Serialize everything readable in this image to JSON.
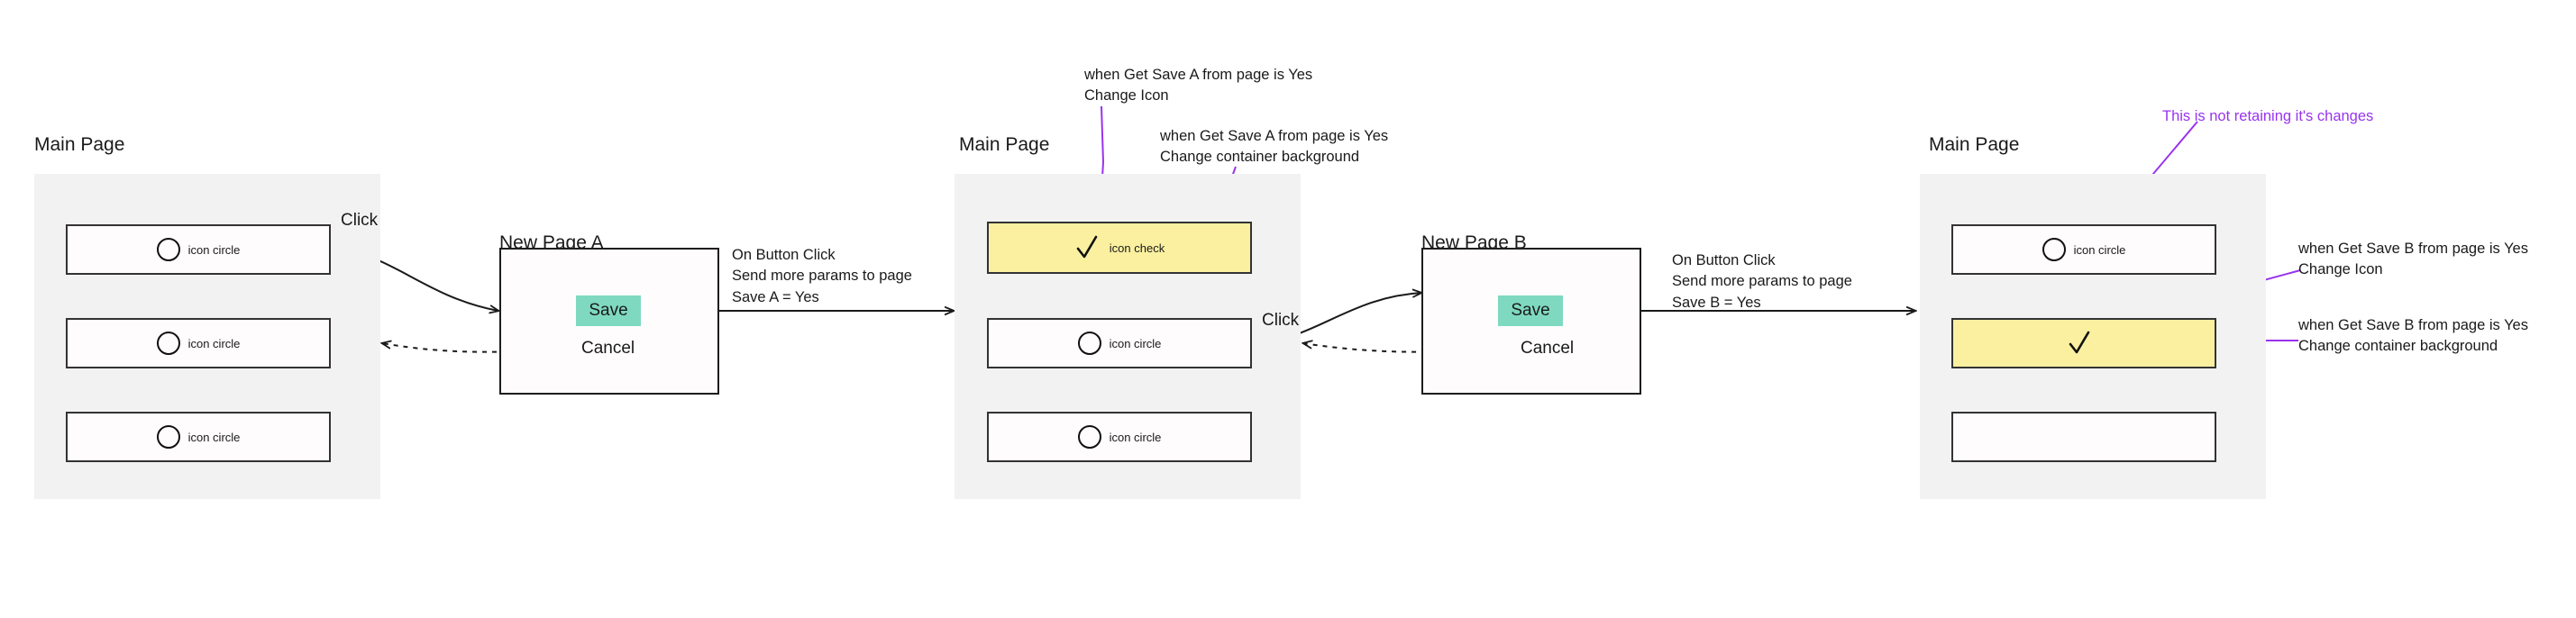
{
  "diagram": {
    "title": "App navigation / save-state flow",
    "colors": {
      "panel_background": "#f2f2f2",
      "row_border": "#333333",
      "row_background": "#fefcfd",
      "highlight_background": "#faf0a0",
      "save_button": "#7fd9c0",
      "annotation_purple": "#9933ee",
      "connector": "#1a1a1a"
    }
  },
  "groups": [
    {
      "id": "main-page-1",
      "title": "Main Page",
      "rows": [
        {
          "icon": "circle-icon",
          "label": "icon circle",
          "highlight": false
        },
        {
          "icon": "circle-icon",
          "label": "icon circle",
          "highlight": false
        },
        {
          "icon": "circle-icon",
          "label": "icon circle",
          "highlight": false
        }
      ]
    },
    {
      "id": "main-page-2",
      "title": "Main Page",
      "rows": [
        {
          "icon": "check-icon",
          "label": "icon check",
          "highlight": true
        },
        {
          "icon": "circle-icon",
          "label": "icon circle",
          "highlight": false
        },
        {
          "icon": "circle-icon",
          "label": "icon circle",
          "highlight": false
        }
      ]
    },
    {
      "id": "main-page-3",
      "title": "Main Page",
      "rows": [
        {
          "icon": "circle-icon",
          "label": "icon circle",
          "highlight": false
        },
        {
          "icon": "check-icon",
          "label": "",
          "highlight": true
        },
        {
          "icon": "none",
          "label": "",
          "highlight": false
        }
      ]
    }
  ],
  "cards": [
    {
      "id": "new-page-a",
      "title": "New Page A",
      "save_label": "Save",
      "cancel_label": "Cancel"
    },
    {
      "id": "new-page-b",
      "title": "New Page B",
      "save_label": "Save",
      "cancel_label": "Cancel"
    }
  ],
  "edge_labels": {
    "click_1": "Click",
    "click_2": "Click"
  },
  "notes": {
    "on_button_click_a": "On Button Click\nSend more params to page\nSave A = Yes",
    "on_button_click_b": "On Button Click\nSend more params to page\nSave B = Yes",
    "save_a_change_icon": "when Get Save A from page is Yes\nChange Icon",
    "save_a_change_container": "when Get Save A from page is Yes\nChange container background",
    "save_b_change_icon": "when Get Save B from page is Yes\nChange Icon",
    "save_b_change_container": "when Get Save B from page is Yes\nChange container background",
    "not_retaining": "This is not retaining it's changes"
  }
}
